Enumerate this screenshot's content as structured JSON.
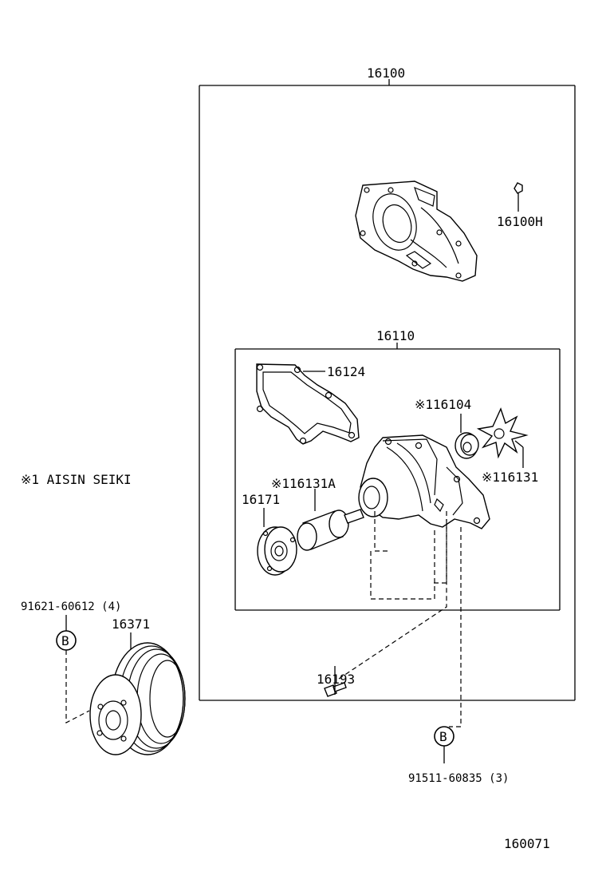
{
  "labels": {
    "assy_top": "16100",
    "gasket_small": "16100H",
    "sub_assy": "16110",
    "gasket_body": "16124",
    "seal": "※116104",
    "impeller": "※116131",
    "seal_set": "※116131A",
    "seat": "16171",
    "bolt": "16193",
    "pulley": "16371",
    "bolt_pulley": "91621-60612 (4)",
    "bolt_body": "91511-60835 (3)",
    "note": "※1 AISIN SEIKI",
    "callout_b1": "B",
    "callout_b2": "B",
    "figure_id": "160071"
  },
  "icons": {
    "callout": "circled-letter-callout",
    "bolt": "bolt-icon"
  }
}
